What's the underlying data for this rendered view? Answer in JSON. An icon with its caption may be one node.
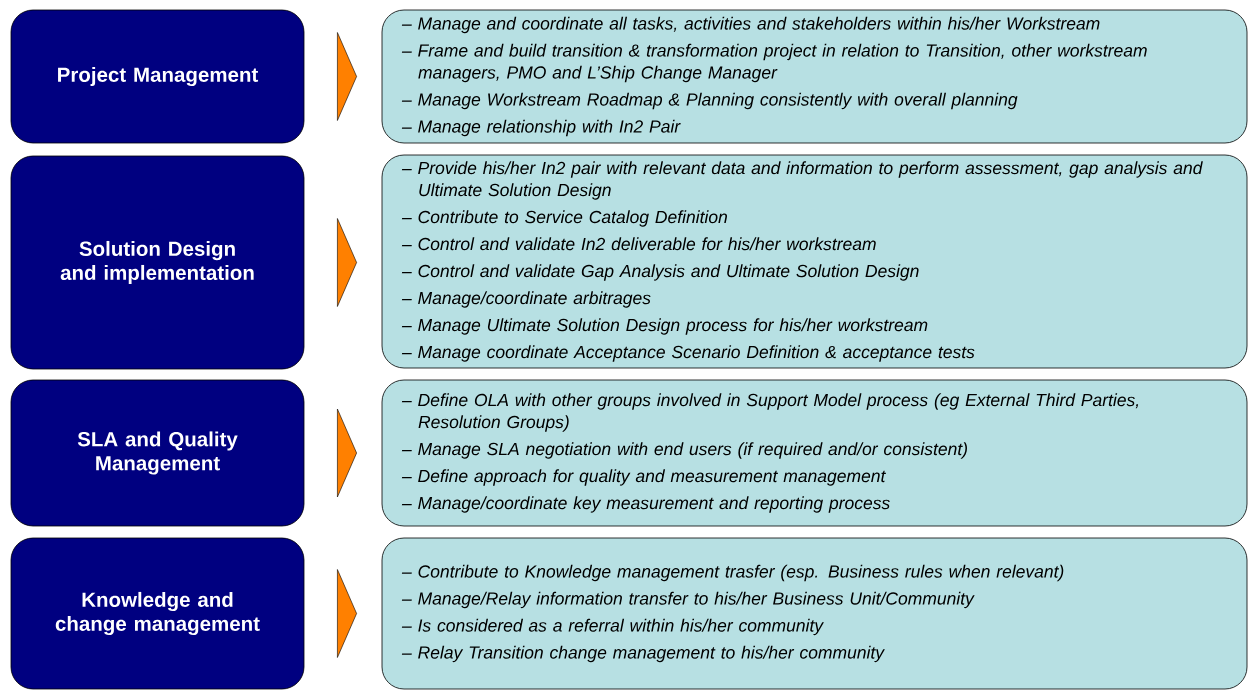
{
  "diagram": {
    "nodes": [
      {
        "text": [
          "Project Management"
        ]
      },
      {
        "text": [
          "Solution Design and implementation"
        ]
      },
      {
        "text": [
          "SLA and Quality Management"
        ]
      },
      {
        "text": [
          "Knowledge and change management"
        ]
      },
      {
        "text": [
          "– Manage and coordinate all tasks, activities and stakeholders within his/her Workstream",
          "– Frame and build transition & transformation project in relation to Transition, other workstream managers, PMO and L’Ship Change Manager",
          "– Manage Workstream Roadmap & Planning consistently with overall planning",
          "– Manage relationship with In2 Pair"
        ]
      },
      {
        "text": [
          "– Provide his/her In2 pair with relevant data and information to perform assessment, gap analysis and Ultimate Solution Design",
          "– Contribute to Service Catalog Definition",
          "– Control and validate In2 deliverable for his/her workstream",
          "– Control and validate Gap Analysis and Ultimate Solution Design",
          "– Manage/coordinate arbitrages",
          "– Manage Ultimate Solution Design process for his/her workstream",
          "– Manage coordinate Acceptance Scenario Definition & acceptance tests"
        ]
      },
      {
        "text": [
          "– Define OLA with other groups involved in Support Model process (eg External Third Parties, Resolution Groups)",
          "– Manage SLA negotiation with end users (if required and/or consistent)",
          "– Define approach for quality and measurement management",
          "– Manage/coordinate key measurement and reporting process"
        ]
      },
      {
        "text": [
          "– Contribute to Knowledge management trasfer (esp. Business rules when relevant)",
          "– Manage/Relay information transfer to his/her Business Unit/Community",
          "– Is considered as a referral within his/her community",
          "– Relay Transition change management to his/her community"
        ]
      }
    ],
    "edges": [
      {
        "from": 0,
        "to": 4,
        "arrow": "to"
      },
      {
        "from": 1,
        "to": 5,
        "arrow": "to"
      },
      {
        "from": 2,
        "to": 6,
        "arrow": "to"
      },
      {
        "from": 3,
        "to": 7,
        "arrow": "to"
      }
    ]
  }
}
